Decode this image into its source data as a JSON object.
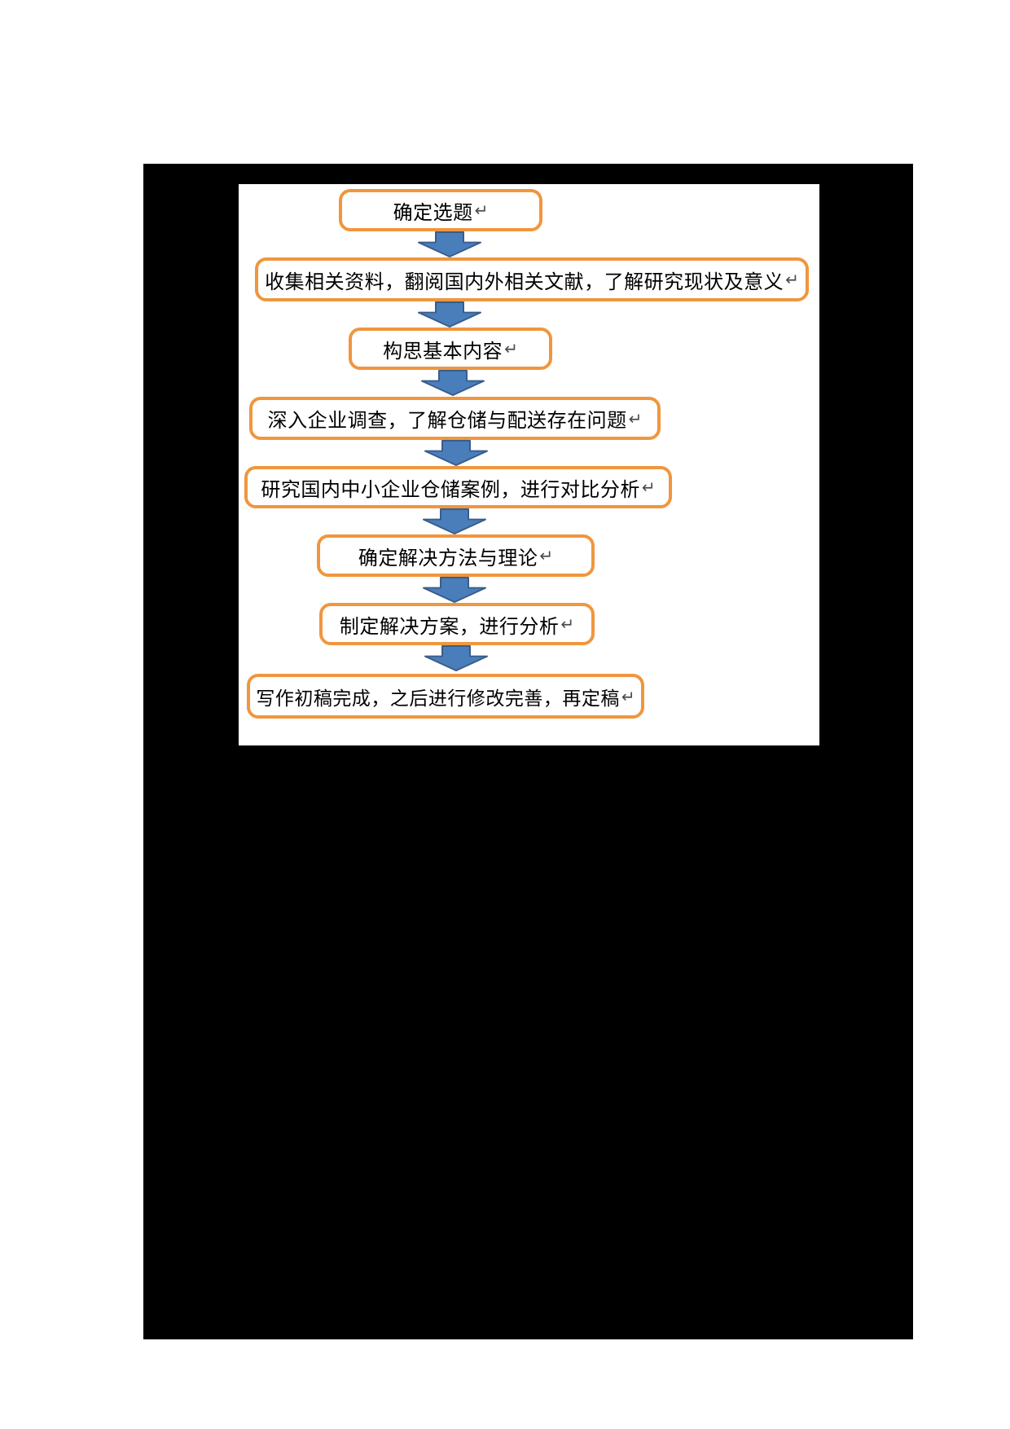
{
  "page": {
    "background_color": "#ffffff",
    "canvas_color": "#000000",
    "panel_color": "#ffffff"
  },
  "flowchart": {
    "type": "flowchart",
    "direction": "top-down",
    "paragraph_mark": "↵",
    "colors": {
      "box_border": "#F0963E",
      "box_fill": "#FFFFFF",
      "arrow_fill": "#4A7EBB",
      "arrow_border": "#385D8A",
      "text": "#000000"
    },
    "steps": [
      {
        "label": "确定选题"
      },
      {
        "label": "收集相关资料，翻阅国内外相关文献，了解研究现状及意义"
      },
      {
        "label": "构思基本内容"
      },
      {
        "label": "深入企业调查，了解仓储与配送存在问题"
      },
      {
        "label": "研究国内中小企业仓储案例，进行对比分析"
      },
      {
        "label": "确定解决方法与理论"
      },
      {
        "label": "制定解决方案，进行分析"
      },
      {
        "label": "写作初稿完成，之后进行修改完善，再定稿"
      }
    ]
  }
}
